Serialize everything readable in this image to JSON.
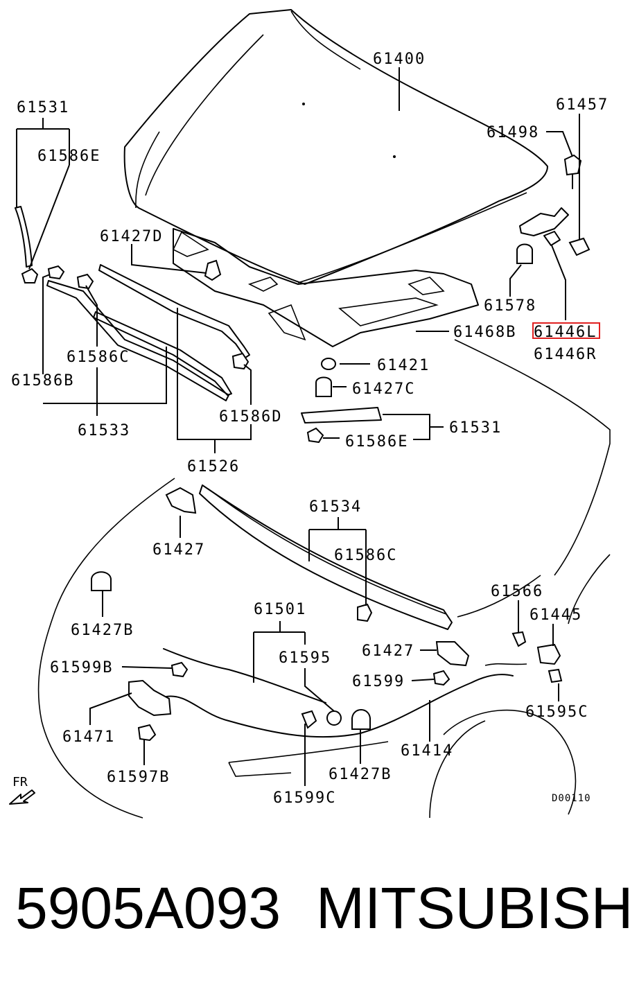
{
  "labels": {
    "l61400": "61400",
    "l61531a": "61531",
    "l61586Ea": "61586E",
    "l61457": "61457",
    "l61498": "61498",
    "l61427D": "61427D",
    "l61578": "61578",
    "l61468B": "61468B",
    "l61446L": "61446L",
    "l61446R": "61446R",
    "l61586Ca": "61586C",
    "l61586B": "61586B",
    "l61421": "61421",
    "l61427C": "61427C",
    "l61586D": "61586D",
    "l61531b": "61531",
    "l61586Eb": "61586E",
    "l61533": "61533",
    "l61526": "61526",
    "l61534": "61534",
    "l61427a": "61427",
    "l61586Cb": "61586C",
    "l61566": "61566",
    "l61445": "61445",
    "l61501": "61501",
    "l61427B": "61427B",
    "l61595": "61595",
    "l61599B": "61599B",
    "l61427b": "61427",
    "l61599": "61599",
    "l61595C": "61595C",
    "l61471": "61471",
    "l61414": "61414",
    "l61597B": "61597B",
    "l61427Bb": "61427B",
    "l61599C": "61599C",
    "fr": "FR",
    "code": "D00110"
  },
  "highlight_color": "#e02020",
  "footer": {
    "part_number": "5905A093",
    "brand": "MITSUBISHI"
  }
}
